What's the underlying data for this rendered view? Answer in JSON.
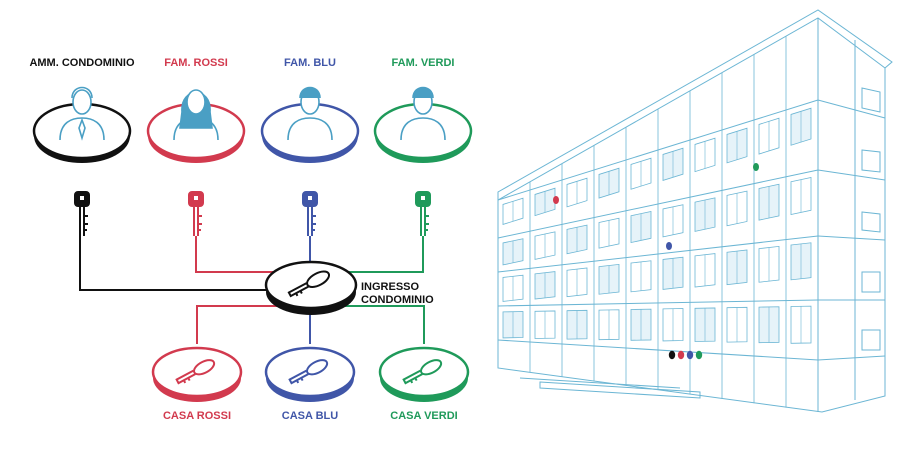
{
  "colors": {
    "admin": "#111111",
    "rossi": "#d23a4e",
    "blu": "#4056a8",
    "verdi": "#1f9a5a",
    "building": "#6cb6d4"
  },
  "people": [
    {
      "label": "AMM. CONDOMINIO",
      "color": "#111111",
      "icon": "person-male-suit-icon"
    },
    {
      "label": "FAM. ROSSI",
      "color": "#d23a4e",
      "icon": "person-female-long-hair-icon"
    },
    {
      "label": "FAM. BLU",
      "color": "#4056a8",
      "icon": "person-male-icon"
    },
    {
      "label": "FAM. VERDI",
      "color": "#1f9a5a",
      "icon": "person-male-icon"
    }
  ],
  "hub": {
    "label_line1": "INGRESSO",
    "label_line2": "CONDOMINIO",
    "icon": "key-lock-icon"
  },
  "doors": [
    {
      "label": "CASA ROSSI",
      "color": "#d23a4e",
      "icon": "key-lock-icon"
    },
    {
      "label": "CASA BLU",
      "color": "#4056a8",
      "icon": "key-lock-icon"
    },
    {
      "label": "CASA VERDI",
      "color": "#1f9a5a",
      "icon": "key-lock-icon"
    }
  ],
  "building": {
    "icon": "apartment-building-icon",
    "markers": [
      "#d23a4e",
      "#4056a8",
      "#1f9a5a"
    ],
    "entrance_markers": [
      "#111111",
      "#d23a4e",
      "#4056a8",
      "#1f9a5a"
    ]
  }
}
